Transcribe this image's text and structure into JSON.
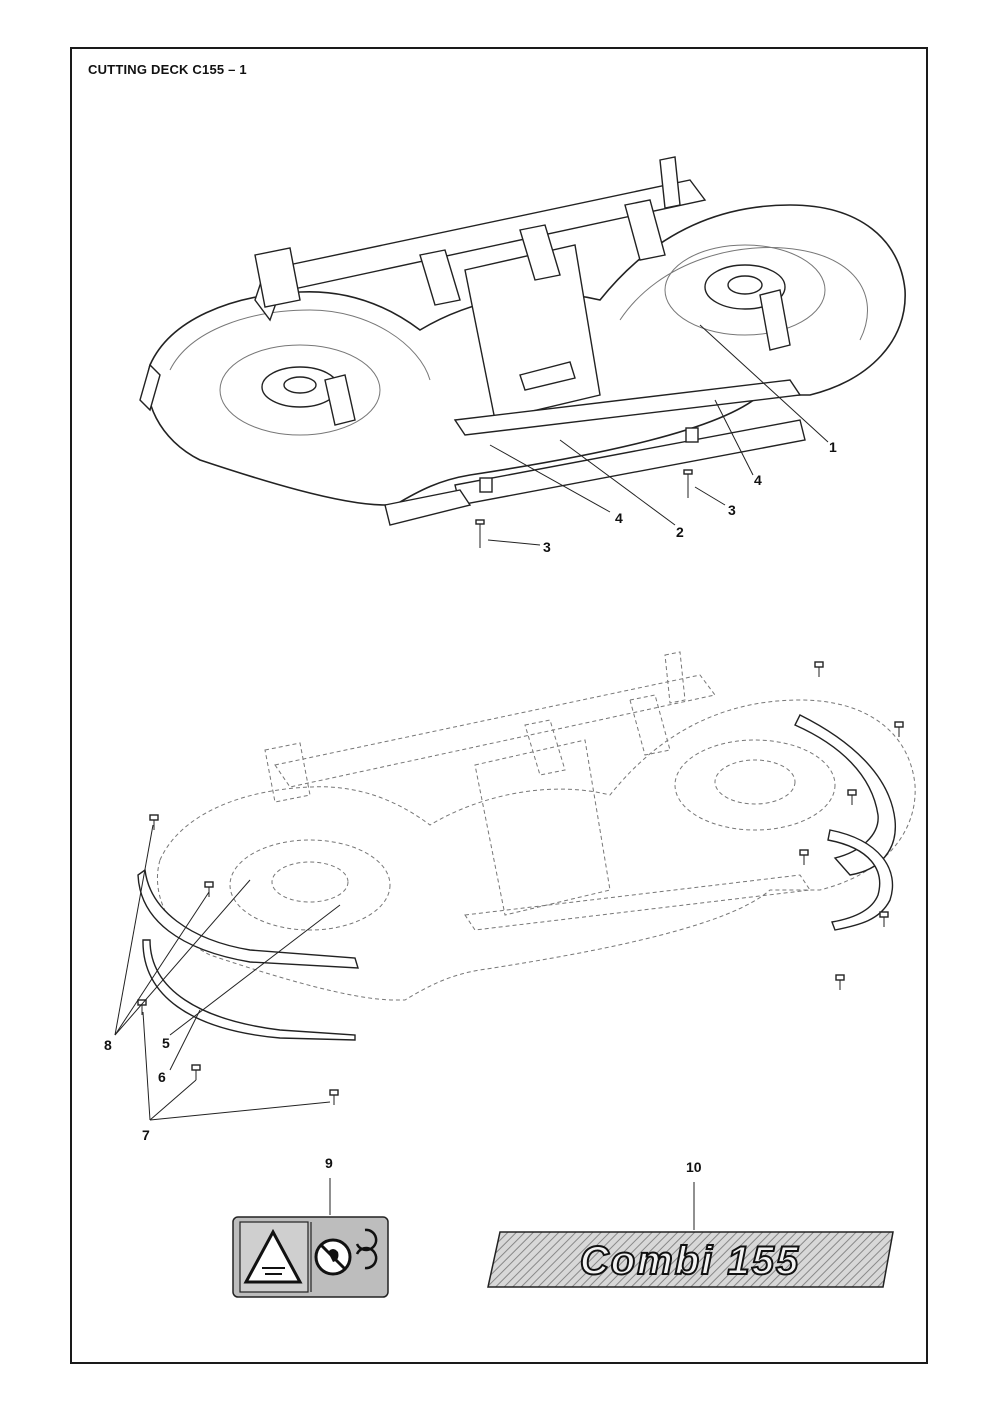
{
  "title": "CUTTING DECK C155 – 1",
  "callouts": {
    "c1": "1",
    "c2": "2",
    "c3a": "3",
    "c3b": "3",
    "c4a": "4",
    "c4b": "4",
    "c5": "5",
    "c6": "6",
    "c7": "7",
    "c8": "8",
    "c9": "9",
    "c10": "10"
  },
  "decal": {
    "text": "Combi 155"
  },
  "colors": {
    "line": "#222222",
    "ghost": "#777777",
    "decal_bg": "#c8c8c8",
    "warning_bg": "#bdbdbd"
  }
}
